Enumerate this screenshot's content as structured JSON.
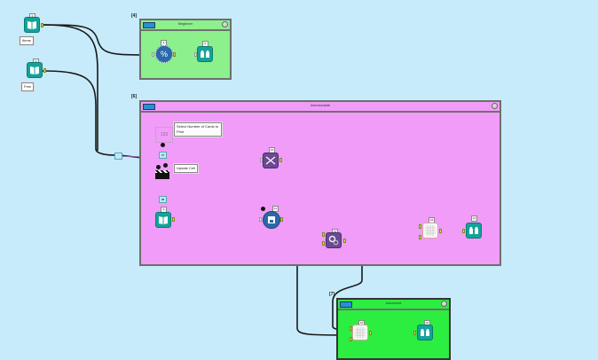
{
  "colors": {
    "canvas_bg": "#c7ebfb",
    "beginner_bg": "#8cf08c",
    "intermediate_bg": "#f09cf8",
    "advanced_bg": "#2bee40",
    "tool_teal": "#14a39a",
    "tool_purple": "#6b4a93",
    "tool_blue": "#2b69a8",
    "wire": "#1a1a1a"
  },
  "inputs": [
    {
      "id": "1",
      "label": "Items",
      "icon": "book-icon"
    },
    {
      "id": "2",
      "label": "Free",
      "icon": "book-icon"
    }
  ],
  "containers": {
    "beginner": {
      "id": "[4]",
      "title": "Beginner",
      "tools": [
        {
          "id": "3",
          "name": "sample-tool",
          "icon": "percent-gear-icon"
        },
        {
          "id": "5",
          "name": "browse-tool",
          "icon": "binoculars-icon"
        }
      ]
    },
    "intermediate": {
      "id": "[6]",
      "title": "Intermediate",
      "numeric_updown": {
        "display": "123",
        "label": "Select Number of Cards to Print"
      },
      "action": {
        "label": "Update Cell"
      },
      "question_badges": [
        "#7",
        "#8"
      ],
      "tools": [
        {
          "id": "9",
          "name": "input-tool",
          "icon": "book-icon"
        },
        {
          "id": "10",
          "name": "formula-tool",
          "icon": "dna-icon"
        },
        {
          "id": "11",
          "name": "sample-tool",
          "icon": "save-icon"
        },
        {
          "id": "12",
          "name": "append-tool",
          "icon": "gears-icon"
        },
        {
          "id": "13",
          "name": "cross-tab-tool",
          "icon": "table-icon"
        },
        {
          "id": "14",
          "name": "browse-tool",
          "icon": "binoculars-icon"
        }
      ]
    },
    "advanced": {
      "id": "[7]",
      "title": "Advanced",
      "tools": [
        {
          "id": "15",
          "name": "cross-tab-tool",
          "icon": "table-icon"
        },
        {
          "id": "16",
          "name": "browse-tool",
          "icon": "binoculars-icon"
        }
      ]
    }
  }
}
